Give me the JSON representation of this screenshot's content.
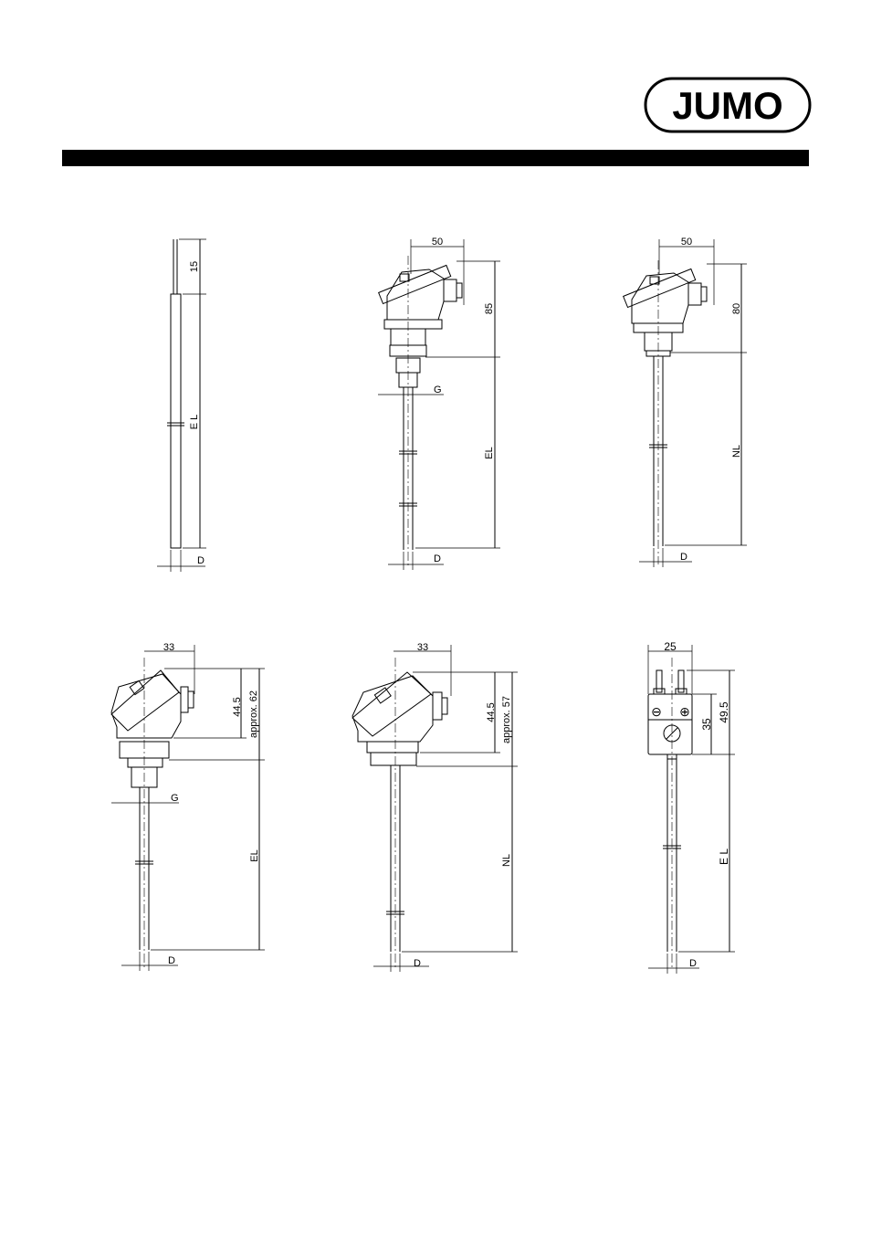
{
  "header": {
    "logo_text": "JUMO"
  },
  "figures": [
    {
      "id": "fig1",
      "dims": {
        "top": "15",
        "length": "E L",
        "dia": "D"
      }
    },
    {
      "id": "fig2",
      "dims": {
        "width": "50",
        "head": "85",
        "thread": "G",
        "length": "EL",
        "dia": "D"
      }
    },
    {
      "id": "fig3",
      "dims": {
        "width": "50",
        "head": "80",
        "length": "NL",
        "dia": "D"
      }
    },
    {
      "id": "fig4",
      "dims": {
        "width": "33",
        "head": "44.5",
        "approx": "approx. 62",
        "thread": "G",
        "length": "EL",
        "dia": "D"
      }
    },
    {
      "id": "fig5",
      "dims": {
        "width": "33",
        "head": "44.5",
        "approx": "approx. 57",
        "length": "NL",
        "dia": "D"
      }
    },
    {
      "id": "fig6",
      "dims": {
        "width": "25",
        "plug": "35",
        "total": "49.5",
        "length": "E L",
        "dia": "D",
        "minus": "⊖",
        "plus": "⊕"
      }
    }
  ]
}
